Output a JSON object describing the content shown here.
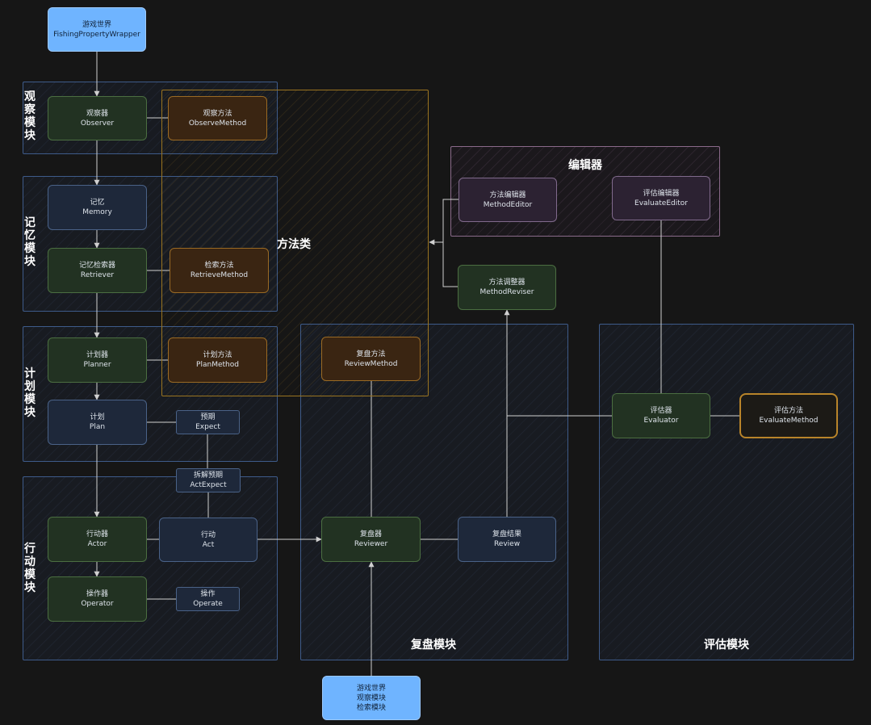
{
  "colors": {
    "background": "#161616",
    "module_border": "#3e5b8a",
    "method_group_border": "#9a7420",
    "editor_group_border": "#8a6a8a",
    "green_node": "#223222",
    "blue_node": "#1e283a",
    "brown_node": "#3a2512",
    "purple_node": "#2c2232",
    "light_node": "#6fb4ff",
    "connector": "#d0d0d0"
  },
  "labels": {
    "observe_module": "观察模块",
    "memory_module": "记忆模块",
    "plan_module": "计划模块",
    "act_module": "行动模块",
    "methods_group": "方法类",
    "editors_group": "编辑器",
    "review_module": "复盘模块",
    "evaluate_module": "评估模块"
  },
  "nodes": {
    "game_world_top": [
      "游戏世界",
      "FishingPropertyWrapper"
    ],
    "observer": [
      "观察器",
      "Observer"
    ],
    "observe_method": [
      "观察方法",
      "ObserveMethod"
    ],
    "memory": [
      "记忆",
      "Memory"
    ],
    "retriever": [
      "记忆检索器",
      "Retriever"
    ],
    "retrieve_method": [
      "检索方法",
      "RetrieveMethod"
    ],
    "planner": [
      "计划器",
      "Planner"
    ],
    "plan_method": [
      "计划方法",
      "PlanMethod"
    ],
    "plan": [
      "计划",
      "Plan"
    ],
    "expect": [
      "预期",
      "Expect"
    ],
    "act_expect": [
      "拆解预期",
      "ActExpect"
    ],
    "actor": [
      "行动器",
      "Actor"
    ],
    "act": [
      "行动",
      "Act"
    ],
    "operator": [
      "操作器",
      "Operator"
    ],
    "operate": [
      "操作",
      "Operate"
    ],
    "review_method": [
      "复盘方法",
      "ReviewMethod"
    ],
    "method_editor": [
      "方法编辑器",
      "MethodEditor"
    ],
    "evaluate_editor": [
      "评估编辑器",
      "EvaluateEditor"
    ],
    "method_reviser": [
      "方法调整器",
      "MethodReviser"
    ],
    "reviewer": [
      "复盘器",
      "Reviewer"
    ],
    "review": [
      "复盘结果",
      "Review"
    ],
    "evaluator": [
      "评估器",
      "Evaluator"
    ],
    "evaluate_method": [
      "评估方法",
      "EvaluateMethod"
    ],
    "game_world_bottom": [
      "游戏世界",
      "观察模块",
      "检索模块"
    ]
  }
}
